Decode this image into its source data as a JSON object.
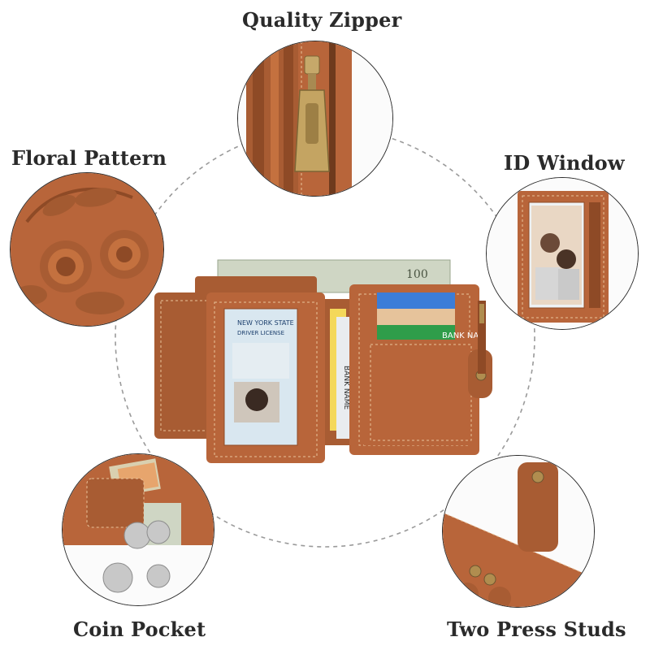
{
  "labels": {
    "quality_zipper": "Quality Zipper",
    "floral_pattern": "Floral Pattern",
    "id_window": "ID Window",
    "coin_pocket": "Coin Pocket",
    "two_press_studs": "Two Press Studs"
  },
  "wallet_text": {
    "license_state": "NEW YORK STATE",
    "license_type": "DRIVER LICENSE",
    "bill_denomination": "100",
    "bank_name": "BANK NAME"
  },
  "colors": {
    "leather": "#b8653a",
    "leather_dark": "#8e4a26",
    "leather_light": "#cf7f4f",
    "stitch": "#e8c29a",
    "brass": "#b08d4f",
    "money": "#cfd6c4",
    "text": "#2a2a2a",
    "orbit": "#9a9a9a"
  }
}
